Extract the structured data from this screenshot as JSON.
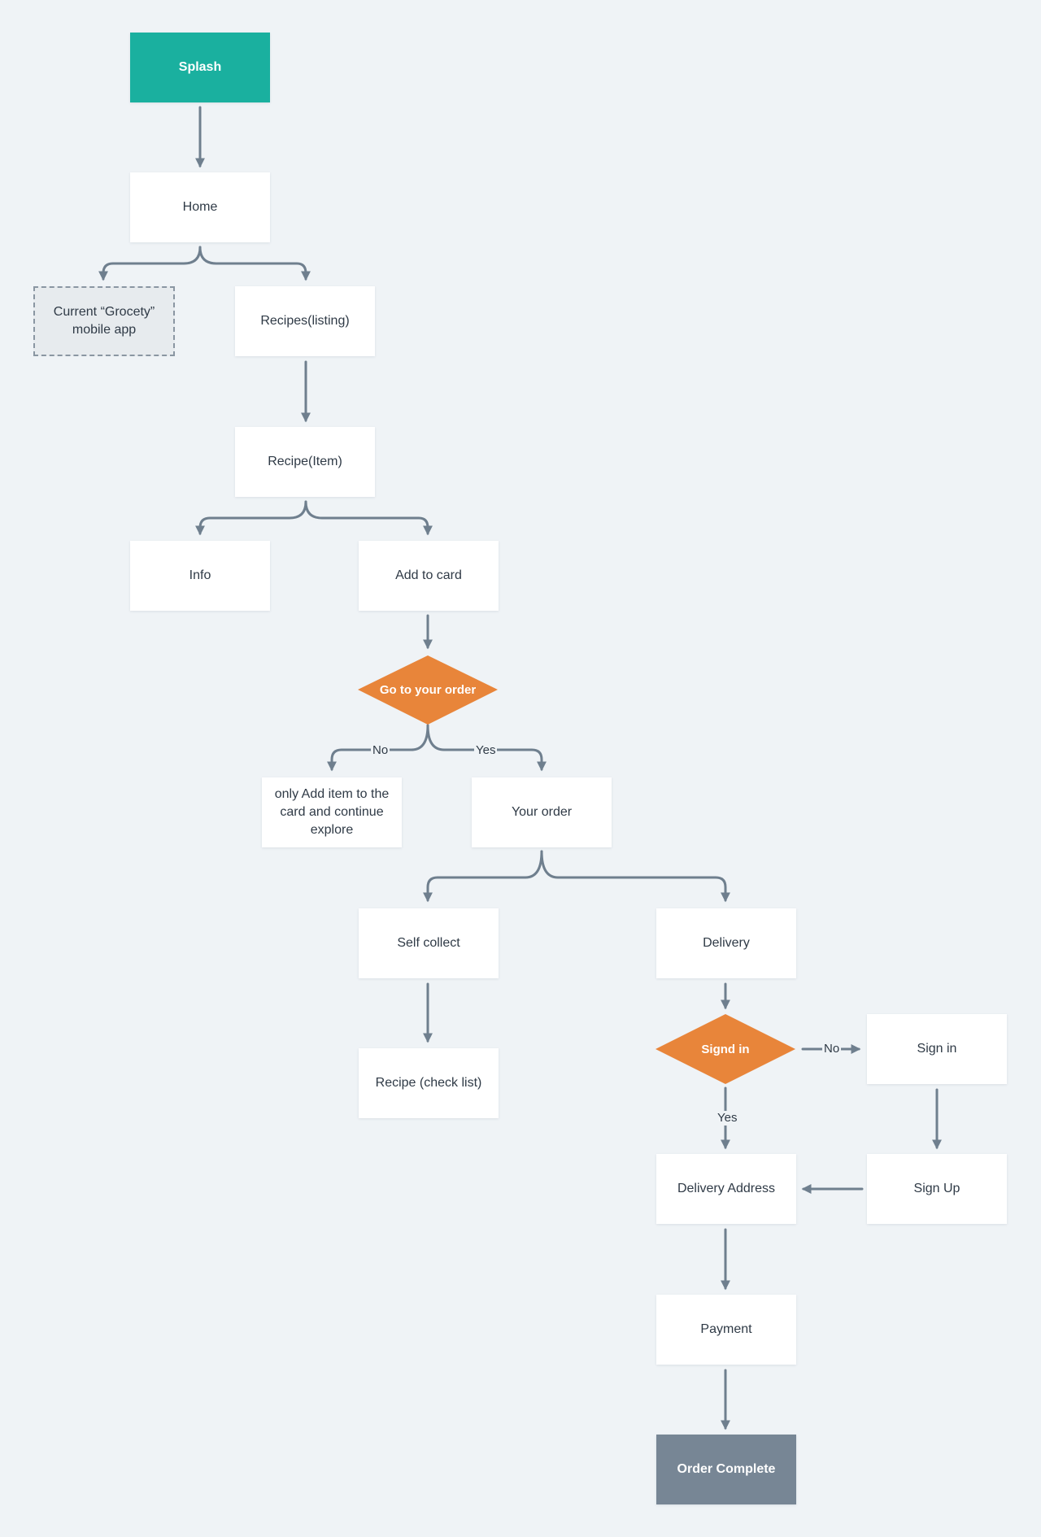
{
  "nodes": {
    "splash": "Splash",
    "home": "Home",
    "current_app": "Current “Grocety” mobile app",
    "recipes_listing": "Recipes(listing)",
    "recipe_item": "Recipe(Item)",
    "info": "Info",
    "add_to_card": "Add to card",
    "go_to_order": "Go to your order",
    "only_add": "only Add item to the card and continue explore",
    "your_order": "Your order",
    "self_collect": "Self collect",
    "delivery": "Delivery",
    "recipe_checklist": "Recipe (check list)",
    "signed_in": "Signd in",
    "sign_in": "Sign in",
    "delivery_address": "Delivery Address",
    "sign_up": "Sign Up",
    "payment": "Payment",
    "order_complete": "Order Complete"
  },
  "edge_labels": {
    "order_no": "No",
    "order_yes": "Yes",
    "signed_no": "No",
    "signed_yes": "Yes"
  },
  "colors": {
    "background": "#eff3f6",
    "start": "#1ab09f",
    "decision": "#e8853a",
    "end": "#778695",
    "connector": "#6f7f8e"
  }
}
